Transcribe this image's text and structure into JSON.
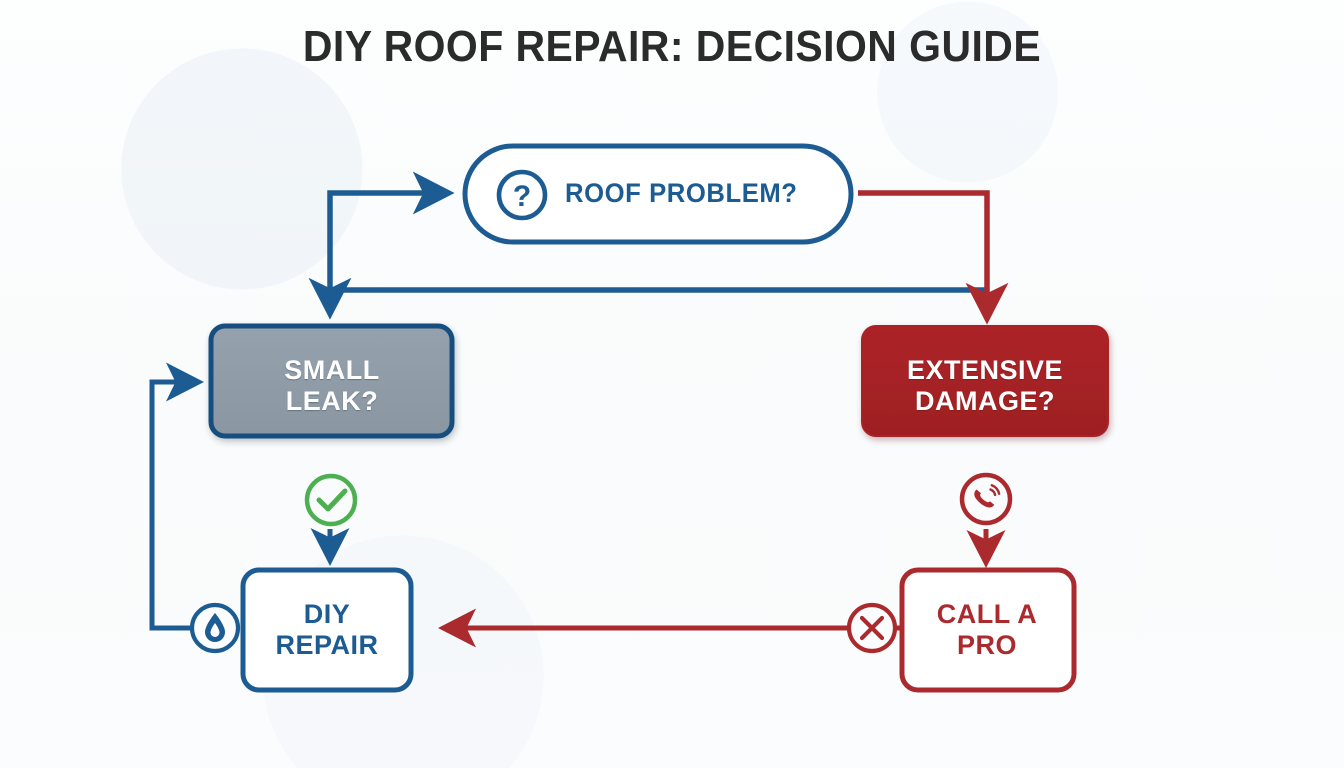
{
  "title": "DIY ROOF REPAIR: DECISION GUIDE",
  "colors": {
    "background": "#fbfcfd",
    "title_text": "#2b2b2b",
    "blue": "#1d5c92",
    "blue_dark": "#17507f",
    "grey_blue_fill": "#8e9aa6",
    "red": "#ab2a2e",
    "red_fill": "#a82226",
    "green": "#4caf50",
    "white": "#ffffff"
  },
  "nodes": {
    "roof_problem": {
      "label": "ROOF PROBLEM?",
      "shape": "pill",
      "fill": "#ffffff",
      "border": "#1d5c92",
      "text_color": "#1d5c92",
      "icon": "question-circle-icon"
    },
    "small_leak": {
      "line1": "SMALL",
      "line2": "LEAK?",
      "shape": "rounded-rect",
      "fill": "#8e9aa6",
      "border": "#17507f",
      "text_color": "#ffffff"
    },
    "extensive_damage": {
      "line1": "EXTENSIVE",
      "line2": "DAMAGE?",
      "shape": "rounded-rect",
      "fill": "#a82226",
      "border": "#a82226",
      "text_color": "#ffffff"
    },
    "diy_repair": {
      "line1": "DIY",
      "line2": "REPAIR",
      "shape": "rounded-rect",
      "fill": "#ffffff",
      "border": "#1d5c92",
      "text_color": "#1d5c92"
    },
    "call_a_pro": {
      "line1": "CALL A",
      "line2": "PRO",
      "shape": "rounded-rect",
      "fill": "#ffffff",
      "border": "#ab2a2e",
      "text_color": "#ab2a2e"
    }
  },
  "icons": {
    "question": "question-circle-icon",
    "check": "check-circle-icon",
    "phone": "phone-circle-icon",
    "cross": "cross-circle-icon",
    "droplet": "droplet-circle-icon"
  },
  "edges": [
    {
      "name": "loop-back-to-roof-problem",
      "from": "diy-branch",
      "to": "roof_problem",
      "color": "#1d5c92"
    },
    {
      "name": "roof-problem-to-small-leak",
      "from": "roof_problem",
      "to": "small_leak",
      "color": "#1d5c92"
    },
    {
      "name": "roof-problem-to-extensive-damage",
      "from": "roof_problem",
      "to": "extensive_damage",
      "color": "#ab2a2e"
    },
    {
      "name": "small-leak-to-diy-repair",
      "from": "small_leak",
      "to": "diy_repair",
      "color": "#1d5c92",
      "marker_icon": "check-circle-icon"
    },
    {
      "name": "extensive-damage-to-call-a-pro",
      "from": "extensive_damage",
      "to": "call_a_pro",
      "color": "#ab2a2e",
      "marker_icon": "phone-circle-icon"
    },
    {
      "name": "call-a-pro-to-diy-repair",
      "from": "call_a_pro",
      "to": "diy_repair",
      "color": "#ab2a2e",
      "marker_icon": "cross-circle-icon"
    },
    {
      "name": "diy-repair-to-small-leak",
      "from": "diy_repair",
      "to": "small_leak",
      "color": "#1d5c92",
      "marker_icon": "droplet-circle-icon"
    }
  ]
}
